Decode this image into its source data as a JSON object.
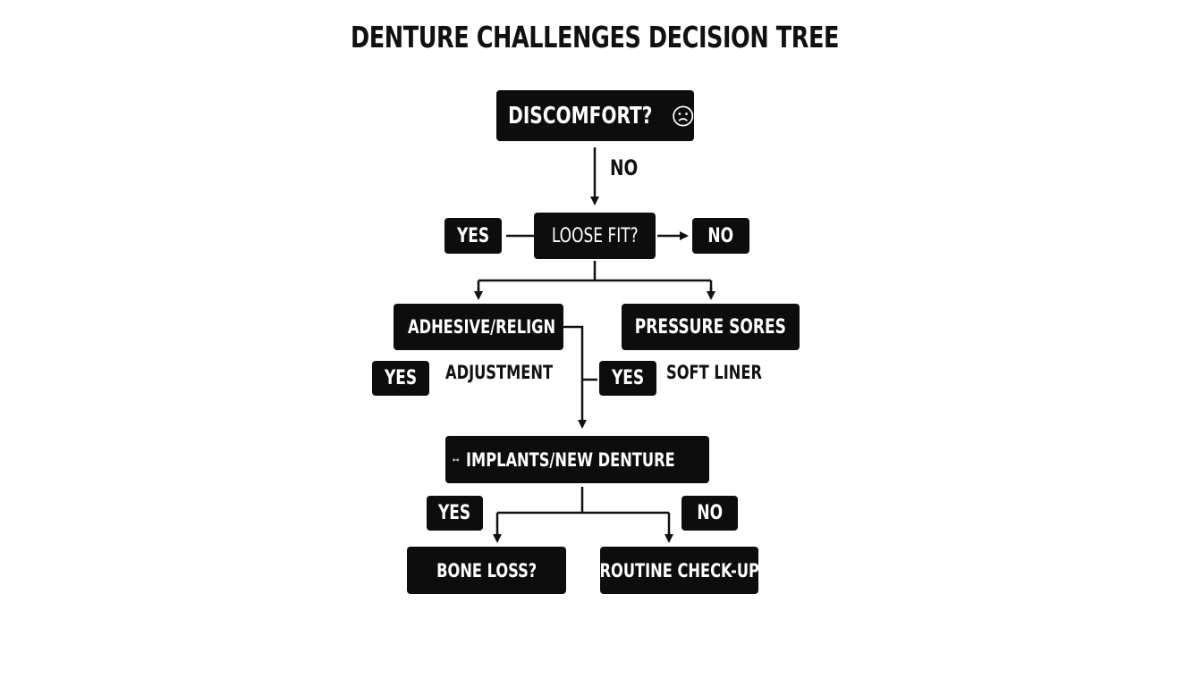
{
  "title": "DENTURE CHALLENGES DECISION TREE",
  "nodes": {
    "discomfort": "DISCOMFORT?",
    "loose_fit": "LOOSE FIT?",
    "yes_left": "YES",
    "no_right": "NO",
    "adhesive": "ADHESIVE/RELIGN",
    "pressure_sores": "PRESSURE SORES",
    "yes_adjust": "YES",
    "yes_soft": "YES",
    "implants": "IMPLANTS/NEW DENTURE",
    "yes_bottom": "YES",
    "no_bottom": "NO",
    "bone_loss": "BONE LOSS?",
    "routine": "ROUTINE CHECK-UP"
  },
  "labels": {
    "no_top": "NO",
    "adjustment": "ADJUSTMENT",
    "soft_liner": "SOFT LINER"
  },
  "icons": {
    "discomfort": "frown-face-icon",
    "adhesive": "question-box-icon",
    "implants": "bone-denture-icon"
  }
}
